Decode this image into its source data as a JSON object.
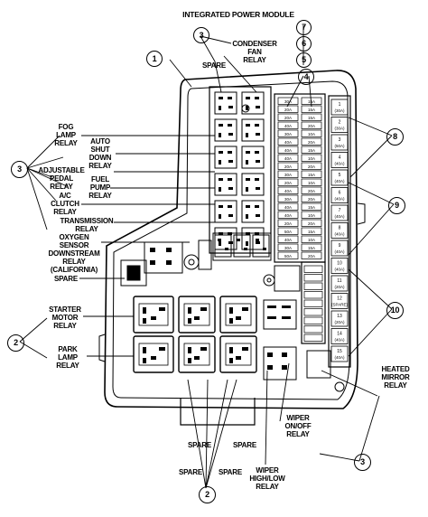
{
  "title": "INTEGRATED POWER MODULE",
  "callouts": [
    "1",
    "2",
    "2",
    "3",
    "3",
    "3",
    "4",
    "5",
    "6",
    "7",
    "8",
    "9",
    "10"
  ],
  "labels": {
    "condenser": [
      "CONDENSER",
      "FAN",
      "RELAY"
    ],
    "spare_top": "SPARE",
    "fog": [
      "FOG",
      "LAMP",
      "RELAY"
    ],
    "auto": [
      "AUTO",
      "SHUT",
      "DOWN",
      "RELAY"
    ],
    "adjustable": [
      "ADJUSTABLE",
      "PEDAL",
      "RELAY"
    ],
    "fuel": [
      "FUEL",
      "PUMP",
      "RELAY"
    ],
    "ac": [
      "A/C",
      "CLUTCH",
      "RELAY"
    ],
    "trans": [
      "TRANSMISSION",
      "RELAY"
    ],
    "oxygen": [
      "OXYGEN",
      "SENSOR",
      "DOWNSTREAM",
      "RELAY",
      "(CALIFORNIA)"
    ],
    "spare_mid": "SPARE",
    "starter": [
      "STARTER",
      "MOTOR",
      "RELAY"
    ],
    "park": [
      "PARK",
      "LAMP",
      "RELAY"
    ],
    "spare_b1": "SPARE",
    "spare_b2": "SPARE",
    "spare_b3": "SPARE",
    "spare_b4": "SPARE",
    "wiper_hl": [
      "WIPER",
      "HIGH/LOW",
      "RELAY"
    ],
    "wiper_on": [
      "WIPER",
      "ON/OFF",
      "RELAY"
    ],
    "heated": [
      "HEATED",
      "MIRROR",
      "RELAY"
    ]
  },
  "fuse_codes_left": [
    "30A",
    "20A",
    "20A",
    "40A",
    "30A",
    "40A",
    "40A",
    "40A",
    "20A",
    "30A",
    "20A",
    "40A",
    "30A",
    "40A",
    "40A",
    "20A",
    "50A",
    "40A",
    "30A",
    "50A"
  ],
  "fuse_codes_right": [
    "15A",
    "15A",
    "15A",
    "20A",
    "10A",
    "20A",
    "15A",
    "10A",
    "20A",
    "15A",
    "10A",
    "20A",
    "20A",
    "15A",
    "10A",
    "20A",
    "15A",
    "10A",
    "15A",
    "20A"
  ],
  "maxi_fuses": [
    {
      "n": "1",
      "a": "30A"
    },
    {
      "n": "2",
      "a": "30A"
    },
    {
      "n": "3",
      "a": "50A"
    },
    {
      "n": "4",
      "a": "40A"
    },
    {
      "n": "5",
      "a": "40A"
    },
    {
      "n": "6",
      "a": "40A"
    },
    {
      "n": "7",
      "a": "40A"
    },
    {
      "n": "8",
      "a": "40A"
    },
    {
      "n": "9",
      "a": "40A"
    },
    {
      "n": "10",
      "a": "40A"
    },
    {
      "n": "11",
      "a": "20A"
    },
    {
      "n": "12",
      "a": "SPARE"
    },
    {
      "n": "13",
      "a": "20A"
    },
    {
      "n": "14",
      "a": "40A"
    },
    {
      "n": "15",
      "a": "40A"
    }
  ]
}
